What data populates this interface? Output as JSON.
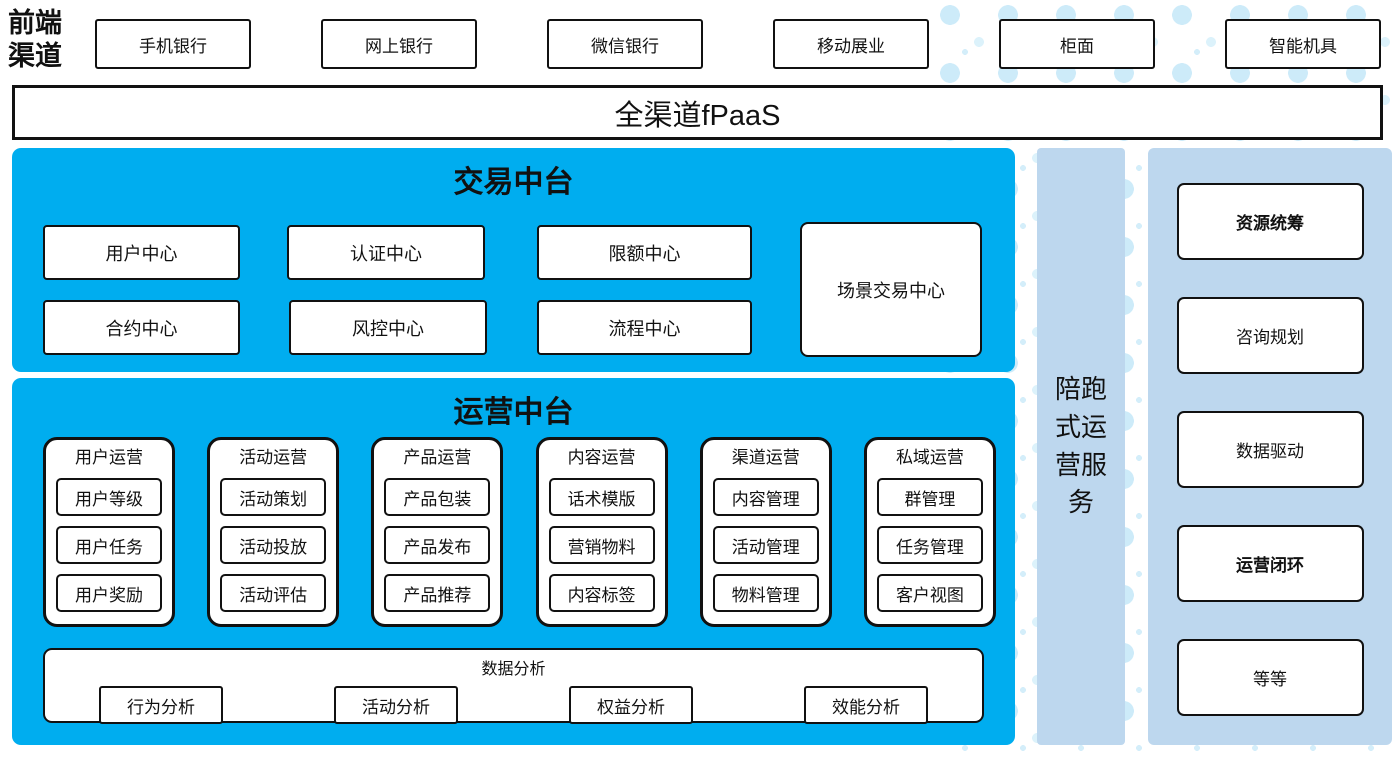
{
  "colors": {
    "platform_blue": "#00ADEF",
    "panel_light_blue": "#BDD7EE",
    "dot_pattern_blue": "#CDEBF9",
    "box_border": "#111111"
  },
  "front_channels": {
    "label": "前端渠道",
    "items": [
      "手机银行",
      "网上银行",
      "微信银行",
      "移动展业",
      "柜面",
      "智能机具"
    ]
  },
  "fpaas_bar": {
    "label": "全渠道fPaaS"
  },
  "trading_platform": {
    "title": "交易中台",
    "row1": [
      "用户中心",
      "认证中心",
      "限额中心"
    ],
    "row2": [
      "合约中心",
      "风控中心",
      "流程中心"
    ],
    "tall_box": "场景交易中心"
  },
  "operation_platform": {
    "title": "运营中台",
    "groups": [
      {
        "title": "用户运营",
        "items": [
          "用户等级",
          "用户任务",
          "用户奖励"
        ]
      },
      {
        "title": "活动运营",
        "items": [
          "活动策划",
          "活动投放",
          "活动评估"
        ]
      },
      {
        "title": "产品运营",
        "items": [
          "产品包装",
          "产品发布",
          "产品推荐"
        ]
      },
      {
        "title": "内容运营",
        "items": [
          "话术模版",
          "营销物料",
          "内容标签"
        ]
      },
      {
        "title": "渠道运营",
        "items": [
          "内容管理",
          "活动管理",
          "物料管理"
        ]
      },
      {
        "title": "私域运营",
        "items": [
          "群管理",
          "任务管理",
          "客户视图"
        ]
      }
    ],
    "data_analysis": {
      "title": "数据分析",
      "items": [
        "行为分析",
        "活动分析",
        "权益分析",
        "效能分析"
      ]
    }
  },
  "side_strip": {
    "label": "陪跑式运营服务"
  },
  "right_panel": {
    "items": [
      "资源统筹",
      "咨询规划",
      "数据驱动",
      "运营闭环",
      "等等"
    ]
  }
}
